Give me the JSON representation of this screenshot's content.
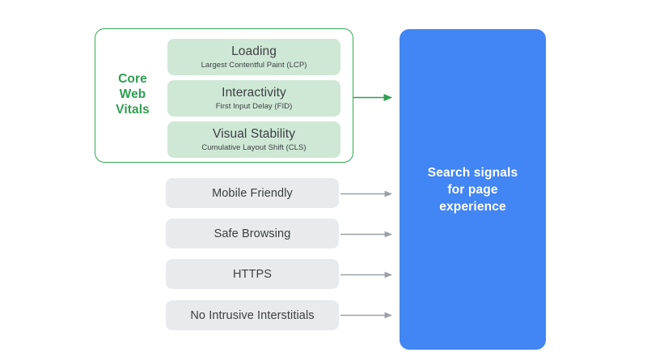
{
  "diagram": {
    "title_text": "Page experience search signals diagram",
    "background_color": "#ffffff",
    "core_web_vitals": {
      "group_label": "Core\nWeb\nVitals",
      "group_label_line1": "Core",
      "group_label_line2": "Web",
      "group_label_line3": "Vitals",
      "border_color": "#34a853",
      "card_color": "#cfe8d6",
      "items": [
        {
          "title": "Loading",
          "subtitle": "Largest Contentful Paint (LCP)"
        },
        {
          "title": "Interactivity",
          "subtitle": "First Input Delay (FID)"
        },
        {
          "title": "Visual Stability",
          "subtitle": "Cumulative Layout Shift (CLS)"
        }
      ]
    },
    "other_signals": {
      "pill_color": "#e8eaed",
      "items": [
        {
          "label": "Mobile Friendly"
        },
        {
          "label": "Safe Browsing"
        },
        {
          "label": "HTTPS"
        },
        {
          "label": "No Intrusive Interstitials"
        }
      ]
    },
    "destination": {
      "label": "Search signals\nfor page\nexperience",
      "background_color": "#4285f4",
      "text_color": "#ffffff"
    },
    "connectors": {
      "core_web_vitals_arrow_color": "#34a853",
      "signal_arrow_color": "#9aa0a6",
      "count": 5
    }
  }
}
